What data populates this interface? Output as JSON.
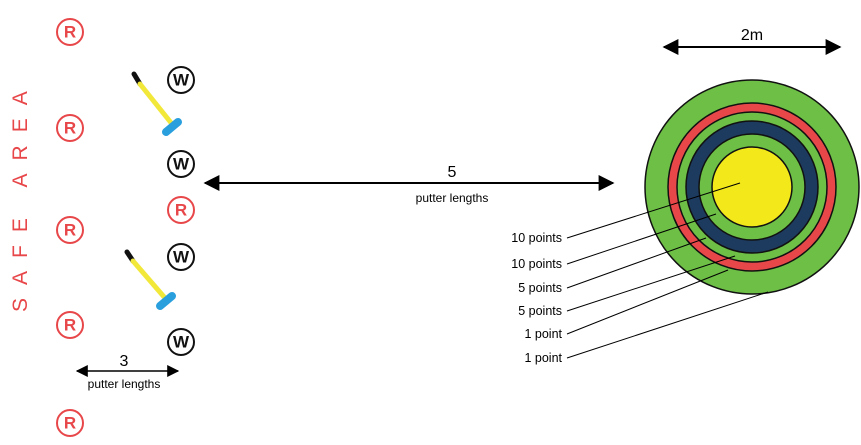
{
  "safe_area": {
    "label": "SAFE AREA"
  },
  "badges": {
    "red_letter": "R",
    "white_letter": "W",
    "red_color": "#e8474a",
    "white_color": "#111111"
  },
  "putter": {
    "shaft_color": "#f2e83a",
    "head_color": "#2a9fde",
    "grip_color": "#111111"
  },
  "distance_main": {
    "value": "5",
    "unit": "putter lengths"
  },
  "distance_side": {
    "value": "3",
    "unit": "putter lengths"
  },
  "target": {
    "diameter_label": "2m",
    "ring_colors": [
      "#6dbf45",
      "#e8474a",
      "#6dbf45",
      "#1d3a5f",
      "#6dbf45",
      "#f2e81a"
    ],
    "scores": [
      "10 points",
      "10 points",
      "5 points",
      "5 points",
      "1 point",
      "1 point"
    ]
  }
}
